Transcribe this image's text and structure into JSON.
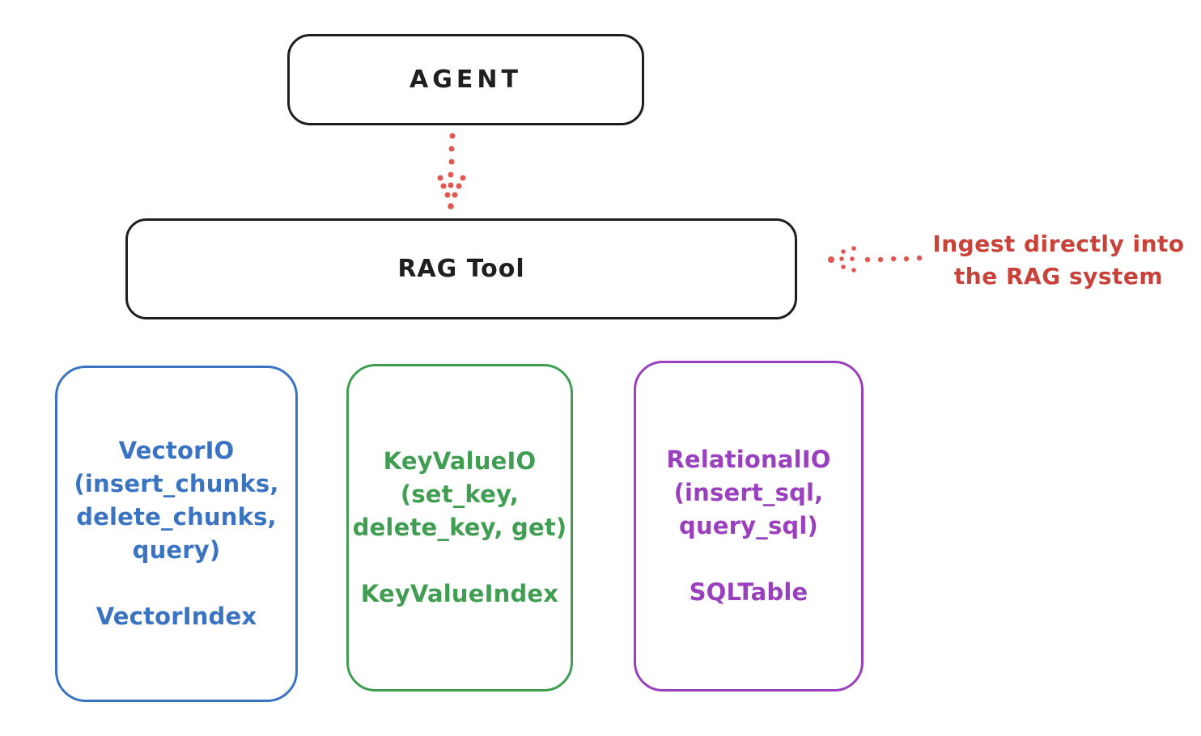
{
  "agent_box": {
    "label": "AGENT",
    "border_color": "#1e1e1e"
  },
  "rag_tool_box": {
    "label": "RAG Tool",
    "border_color": "#1e1e1e"
  },
  "arrows": {
    "color": "#e25650",
    "down_arrow": "agent-to-rag-tool",
    "left_arrow": "annotation-to-rag-tool"
  },
  "annotation": {
    "line1": "Ingest directly into",
    "line2": "the RAG system",
    "color": "#c9423a"
  },
  "cards": [
    {
      "name": "vector-io",
      "color": "#3973c2",
      "title_lines": [
        "VectorIO",
        "(insert_chunks,",
        "delete_chunks,",
        "query)"
      ],
      "index_label": "VectorIndex"
    },
    {
      "name": "keyvalue-io",
      "color": "#3f9e52",
      "title_lines": [
        "KeyValueIO",
        "(set_key,",
        "delete_key, get)"
      ],
      "index_label": "KeyValueIndex"
    },
    {
      "name": "relational-io",
      "color": "#9a40bf",
      "title_lines": [
        "RelationalIO",
        "(insert_sql,",
        "query_sql)"
      ],
      "index_label": "SQLTable"
    }
  ]
}
